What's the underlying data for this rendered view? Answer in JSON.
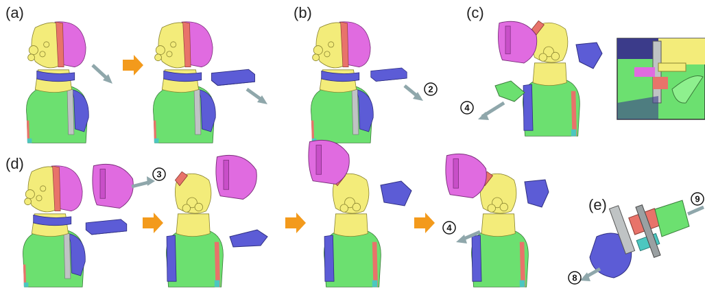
{
  "colors": {
    "yellow": "#F3EC7A",
    "magenta": "#E06BE0",
    "red": "#E8736A",
    "blue": "#5C5CD6",
    "green": "#6CE070",
    "gray": "#BFC3C4",
    "teal": "#4CC7C0",
    "orange_arrow": "#F39A1C",
    "motion_arrow": "#8FA7AB"
  },
  "panel_labels": {
    "a": "(a)",
    "b": "(b)",
    "c": "(c)",
    "d": "(d)",
    "e": "(e)"
  },
  "step_numbers": {
    "b": "2",
    "c": "4",
    "d1": "3",
    "d4": "4",
    "e1": "9",
    "e2": "8"
  }
}
